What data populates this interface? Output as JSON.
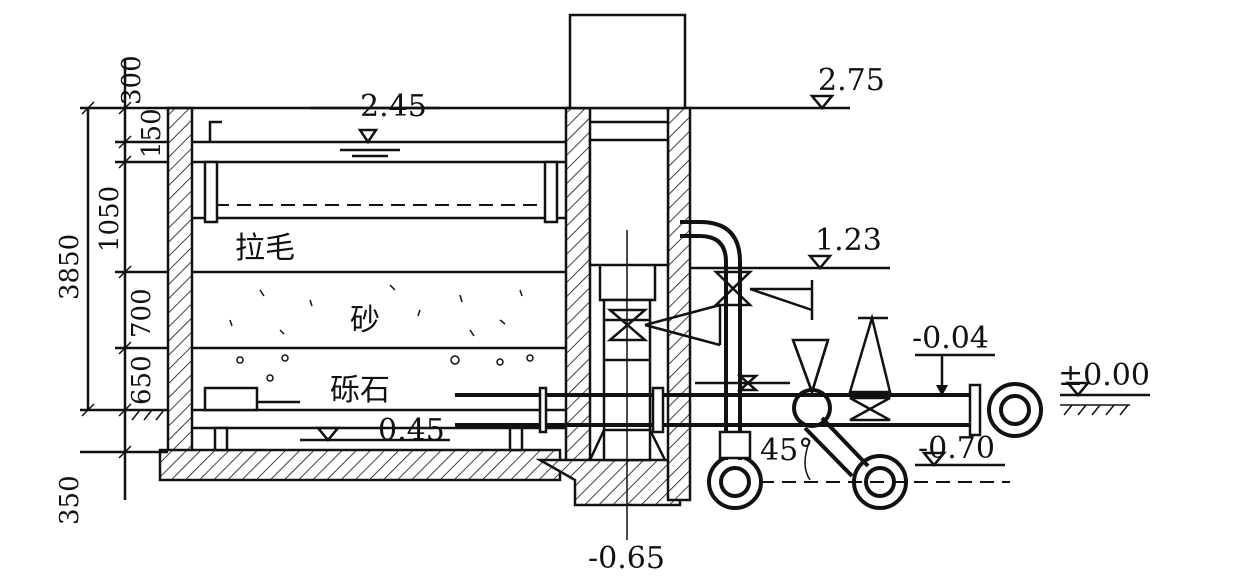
{
  "elevations": {
    "top_water": "2.45",
    "ground_right": "2.75",
    "mid_pipe": "1.23",
    "outlet_right": "-0.04",
    "datum": "±0.00",
    "inlet": "0.45",
    "lower_pipe": "-0.70",
    "bottom": "-0.65"
  },
  "layers": {
    "lamao": "拉毛",
    "sand": "砂",
    "gravel": "砾石"
  },
  "dimensions": {
    "total": "3850",
    "d300": "300",
    "d150": "150",
    "d1050": "1050",
    "d700": "700",
    "d650": "650",
    "d350": "350"
  },
  "angle": "45°"
}
